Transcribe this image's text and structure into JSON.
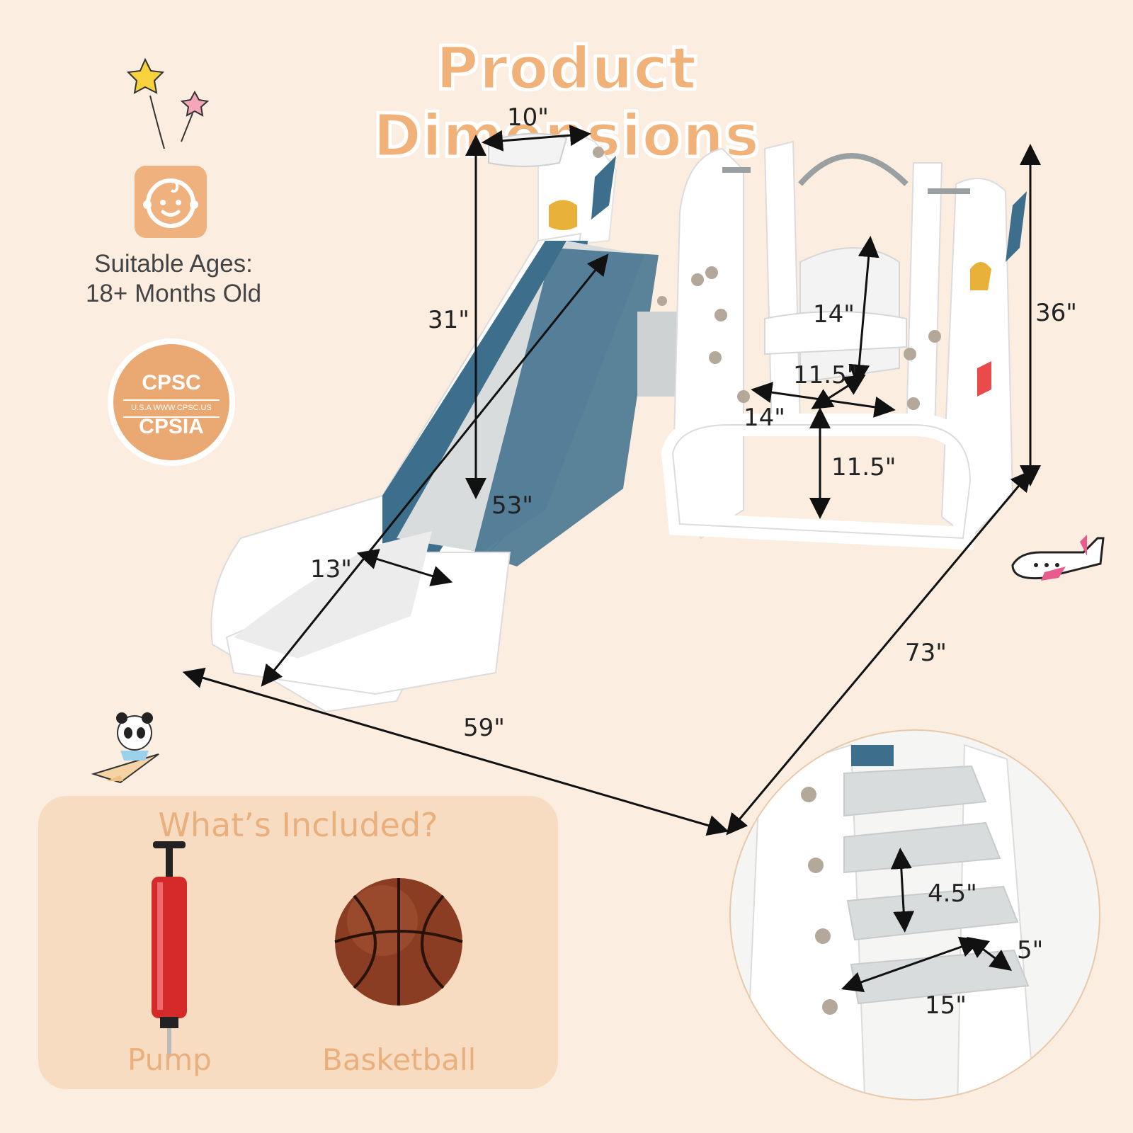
{
  "title": "Product Dimensions",
  "age": {
    "line1": "Suitable Ages:",
    "line2": "18+ Months Old",
    "icon": "baby-face-icon"
  },
  "seal": {
    "top": "CPSC",
    "middle": "U.S.A  WWW.CPSC.US",
    "bottom": "CPSIA"
  },
  "dimensions": {
    "basket_width": "10\"",
    "slide_height": "31\"",
    "slide_length": "53\"",
    "slide_width": "13\"",
    "overall_width": "59\"",
    "overall_length": "73\"",
    "overall_height": "36\"",
    "seat_back": "14\"",
    "seat_depth": "11.5\"",
    "seat_width": "14\"",
    "seat_height": "11.5\"",
    "step_height": "4.5\"",
    "step_depth": "5\"",
    "step_width": "15\""
  },
  "included": {
    "title": "What’s Included?",
    "items": [
      {
        "label": "Pump",
        "icon": "pump-icon"
      },
      {
        "label": "Basketball",
        "icon": "basketball-icon"
      }
    ]
  },
  "decor": [
    "star-icon",
    "panda-paper-plane-icon",
    "airplane-icon"
  ],
  "colors": {
    "background": "#fbeee1",
    "accent": "#efb27e",
    "slide_blue": "#3d6f8c",
    "slide_grey": "#d9dcdd"
  }
}
